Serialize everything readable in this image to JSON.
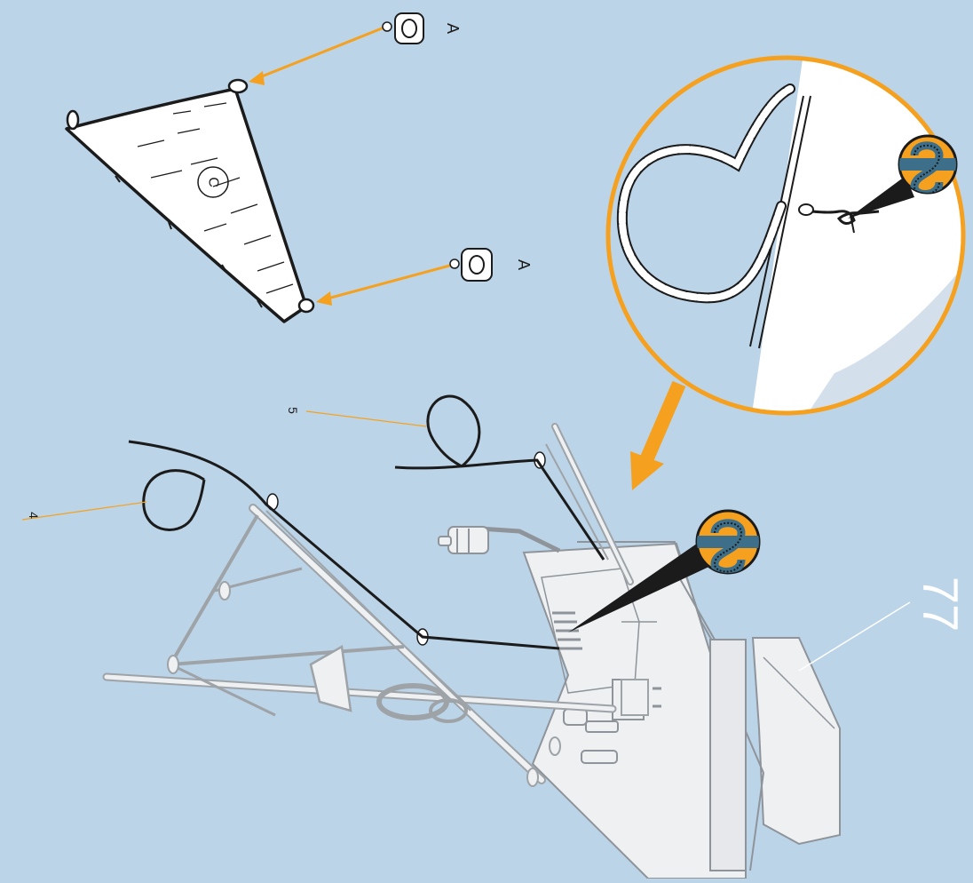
{
  "colors": {
    "background": "#bcd4e8",
    "accent_orange": "#f5a11f",
    "hull_light": "#eef0f2",
    "line_gray": "#9ea3a8",
    "ink": "#1b1b1b",
    "knot_blue": "#3d6f8a"
  },
  "labels": {
    "sail_center": "C",
    "ring_top": "A",
    "ring_bottom": "A",
    "line_4": "4",
    "line_5": "5",
    "page_number": "77"
  },
  "icons": {
    "ring_fitting": "ring-fitting-icon",
    "knot": "figure-eight-knot-icon",
    "arrow": "orange-arrow-icon"
  }
}
